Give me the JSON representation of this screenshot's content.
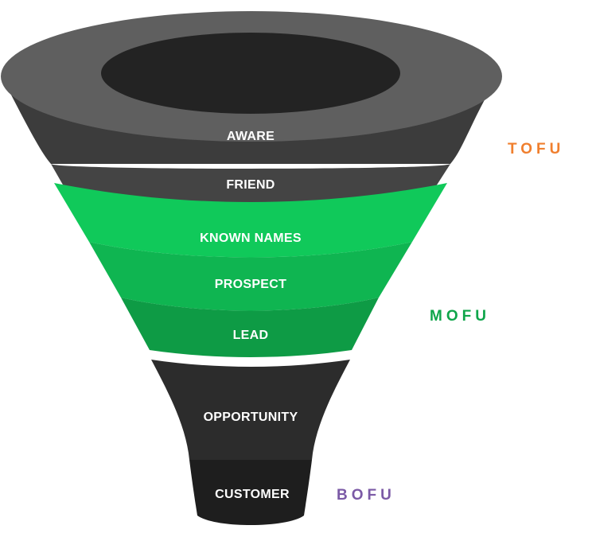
{
  "stages": [
    {
      "label": "AWARE"
    },
    {
      "label": "FRIEND"
    },
    {
      "label": "KNOWN NAMES"
    },
    {
      "label": "PROSPECT"
    },
    {
      "label": "LEAD"
    },
    {
      "label": "OPPORTUNITY"
    },
    {
      "label": "CUSTOMER"
    }
  ],
  "groups": [
    {
      "label": "TOFU",
      "color": "#f07f2e"
    },
    {
      "label": "MOFU",
      "color": "#0fa54a"
    },
    {
      "label": "BOFU",
      "color": "#7b5aa6"
    }
  ],
  "colors": {
    "rim": "#5f5f5f",
    "rim_hole": "#232323",
    "top_band_1": "#3c3c3c",
    "top_band_2": "#444444",
    "green_1": "#10c95a",
    "green_2": "#0fb551",
    "green_3": "#0e9b45",
    "bottom_band_1": "#2c2c2c",
    "bottom_band_2": "#1e1e1e"
  }
}
